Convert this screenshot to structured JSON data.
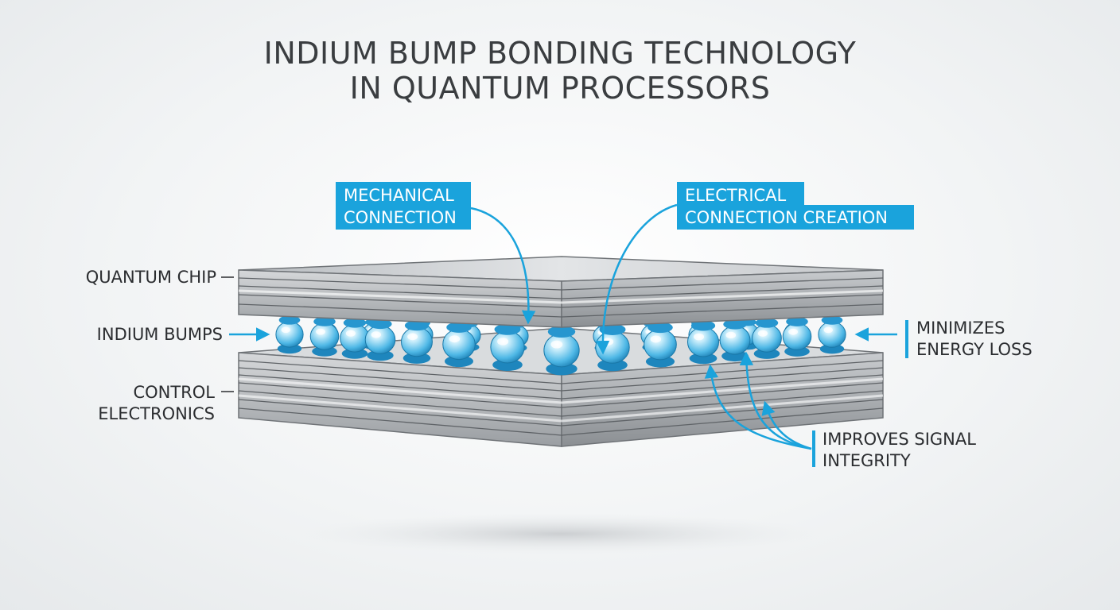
{
  "title": {
    "line1": "INDIUM BUMP BONDING TECHNOLOGY",
    "line2": "IN QUANTUM PROCESSORS"
  },
  "labels": {
    "quantum_chip": "QUANTUM CHIP",
    "indium_bumps": "INDIUM BUMPS",
    "control_electronics_line1": "CONTROL",
    "control_electronics_line2": "ELECTRONICS"
  },
  "callouts": {
    "mechanical_line1": "MECHANICAL",
    "mechanical_line2": "CONNECTION",
    "electrical_line1": "ELECTRICAL",
    "electrical_line2": "CONNECTION CREATION"
  },
  "notes": {
    "energy_line1": "MINIMIZES",
    "energy_line2": "ENERGY LOSS",
    "signal_line1": "IMPROVES SIGNAL",
    "signal_line2": "INTEGRITY"
  },
  "colors": {
    "accent": "#1aa3dc",
    "chip_light": "#cfd2d5",
    "chip_dark": "#8d9195",
    "bump_light": "#bfe8f9",
    "bump_dark": "#1f8fc6",
    "text": "#2b2d30"
  }
}
